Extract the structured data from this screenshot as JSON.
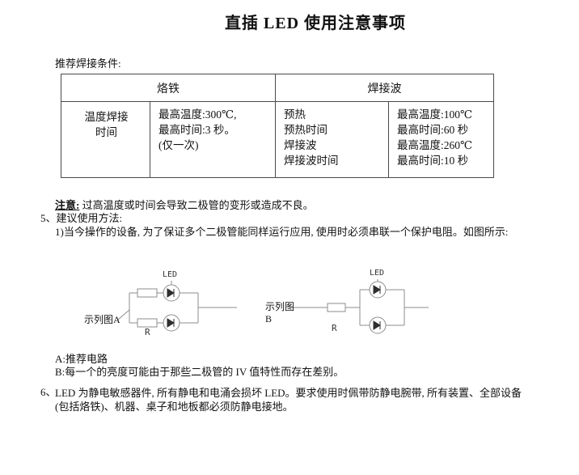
{
  "page": {
    "title": "直插 LED 使用注意事项"
  },
  "intro": {
    "label": "推荐焊接条件:"
  },
  "table": {
    "col_headers": [
      "烙铁",
      "焊接波"
    ],
    "row_header": "温度焊接\n时间",
    "iron_cell": "最高温度:300℃,\n最高时间:3 秒。\n(仅一次)",
    "wave_params": "预热\n预热时间\n焊接波\n焊接波时间",
    "wave_values": "最高温度:100℃\n最高时间:60 秒\n最高温度:260℃\n最高时间:10 秒"
  },
  "note": {
    "label": "注意:",
    "text": "过高温度或时间会导致二极管的变形或造成不良。"
  },
  "section5": {
    "number": "5、",
    "heading": "建议使用方法:",
    "paragraph": "1)当今操作的设备, 为了保证多个二极管能同样运行应用, 使用时必须串联一个保护电阻。如图所示:"
  },
  "diagrams": {
    "a": {
      "name_label": "示列图A",
      "led_label": "LED",
      "resistor_label": "R"
    },
    "b": {
      "name_label": "示列图\nB",
      "led_label": "LED",
      "resistor_label": "R"
    }
  },
  "captions": {
    "a": "A:推荐电路",
    "b": "B:每一个的亮度可能由于那些二极管的 IV 值特性而存在差别。"
  },
  "section6": {
    "number": "6、",
    "paragraph": "LED 为静电敏感器件, 所有静电和电涌会损坏 LED。要求使用时佩带防静电腕带, 所有装置、全部设备(包括烙铁)、机器、桌子和地板都必须防静电接地。"
  }
}
